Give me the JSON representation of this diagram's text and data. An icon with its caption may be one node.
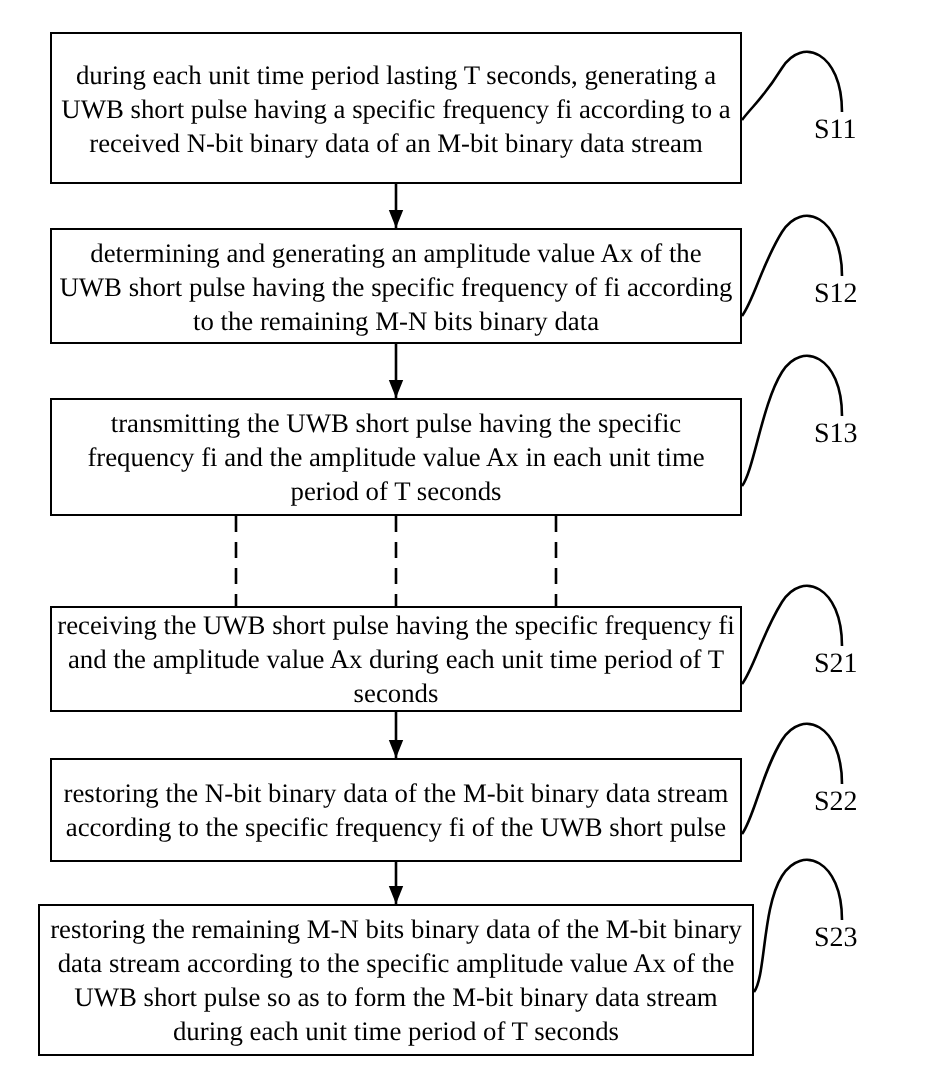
{
  "diagram": {
    "nodes": [
      {
        "text": [
          "during each unit time period lasting T seconds, generating a UWB short pulse having a specific frequency fi according to a received N-bit binary data of an M-bit binary data stream"
        ]
      },
      {
        "text": [
          "S11"
        ]
      },
      {
        "text": [
          "determining and generating an amplitude value Ax of the UWB short pulse having the specific frequency of fi according to the remaining M-N bits binary data"
        ]
      },
      {
        "text": [
          "S12"
        ]
      },
      {
        "text": [
          "transmitting the UWB short pulse having the specific frequency fi and the amplitude value Ax in each unit time period of T seconds"
        ]
      },
      {
        "text": [
          "S13"
        ]
      },
      {
        "text": [
          "receiving the UWB short pulse having the specific frequency fi and the amplitude value Ax during each unit time period of T seconds"
        ]
      },
      {
        "text": [
          "S21"
        ]
      },
      {
        "text": [
          "restoring the N-bit binary data of the M-bit binary data stream according to the specific frequency fi of the UWB short pulse"
        ]
      },
      {
        "text": [
          "S22"
        ]
      },
      {
        "text": [
          "restoring the remaining M-N bits binary data of the M-bit binary data stream according to the specific amplitude value Ax of the UWB short pulse so as to form the M-bit binary data stream during each unit time period of T seconds"
        ]
      },
      {
        "text": [
          "S23"
        ]
      }
    ],
    "edges": [
      {
        "from": 0,
        "to": 2,
        "arrow": "to"
      },
      {
        "from": 2,
        "to": 4,
        "arrow": "to"
      },
      {
        "from": 4,
        "to": 6,
        "arrow": "none",
        "style": "dashed"
      },
      {
        "from": 4,
        "to": 6,
        "arrow": "none",
        "style": "dashed"
      },
      {
        "from": 4,
        "to": 6,
        "arrow": "none",
        "style": "dashed"
      },
      {
        "from": 6,
        "to": 8,
        "arrow": "to"
      },
      {
        "from": 8,
        "to": 10,
        "arrow": "to"
      },
      {
        "from": 1,
        "to": 0,
        "arrow": "none"
      },
      {
        "from": 3,
        "to": 2,
        "arrow": "none"
      },
      {
        "from": 5,
        "to": 4,
        "arrow": "none"
      },
      {
        "from": 7,
        "to": 6,
        "arrow": "none"
      },
      {
        "from": 9,
        "to": 8,
        "arrow": "none"
      },
      {
        "from": 11,
        "to": 10,
        "arrow": "none"
      }
    ]
  }
}
